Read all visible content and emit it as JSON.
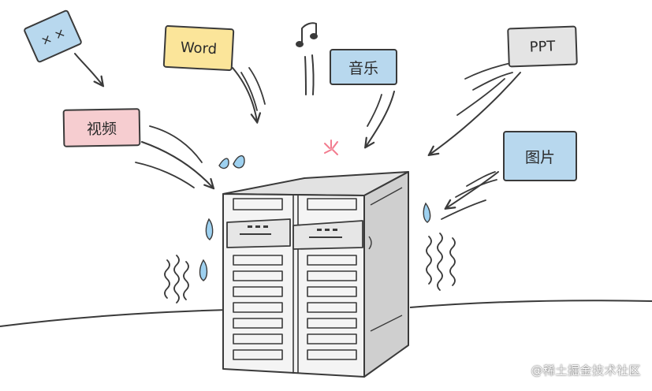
{
  "notes": {
    "xx": {
      "label": "× ×",
      "color": "#b8d8ee"
    },
    "word": {
      "label": "Word",
      "color": "#fbe59a"
    },
    "music": {
      "label": "音乐",
      "color": "#b8d8ee"
    },
    "ppt": {
      "label": "PPT",
      "color": "#e4e4e4"
    },
    "video": {
      "label": "视频",
      "color": "#f6cdd0"
    },
    "image": {
      "label": "图片",
      "color": "#b8d8ee"
    }
  },
  "colors": {
    "outline": "#3a3a3a",
    "server_front": "#f4f4f4",
    "server_side": "#cfcfcf",
    "server_top": "#e2e2e2",
    "drops": "#9ed1f0",
    "pain_mark": "#f27c8f"
  },
  "watermark": "@稀土掘金技术社区"
}
